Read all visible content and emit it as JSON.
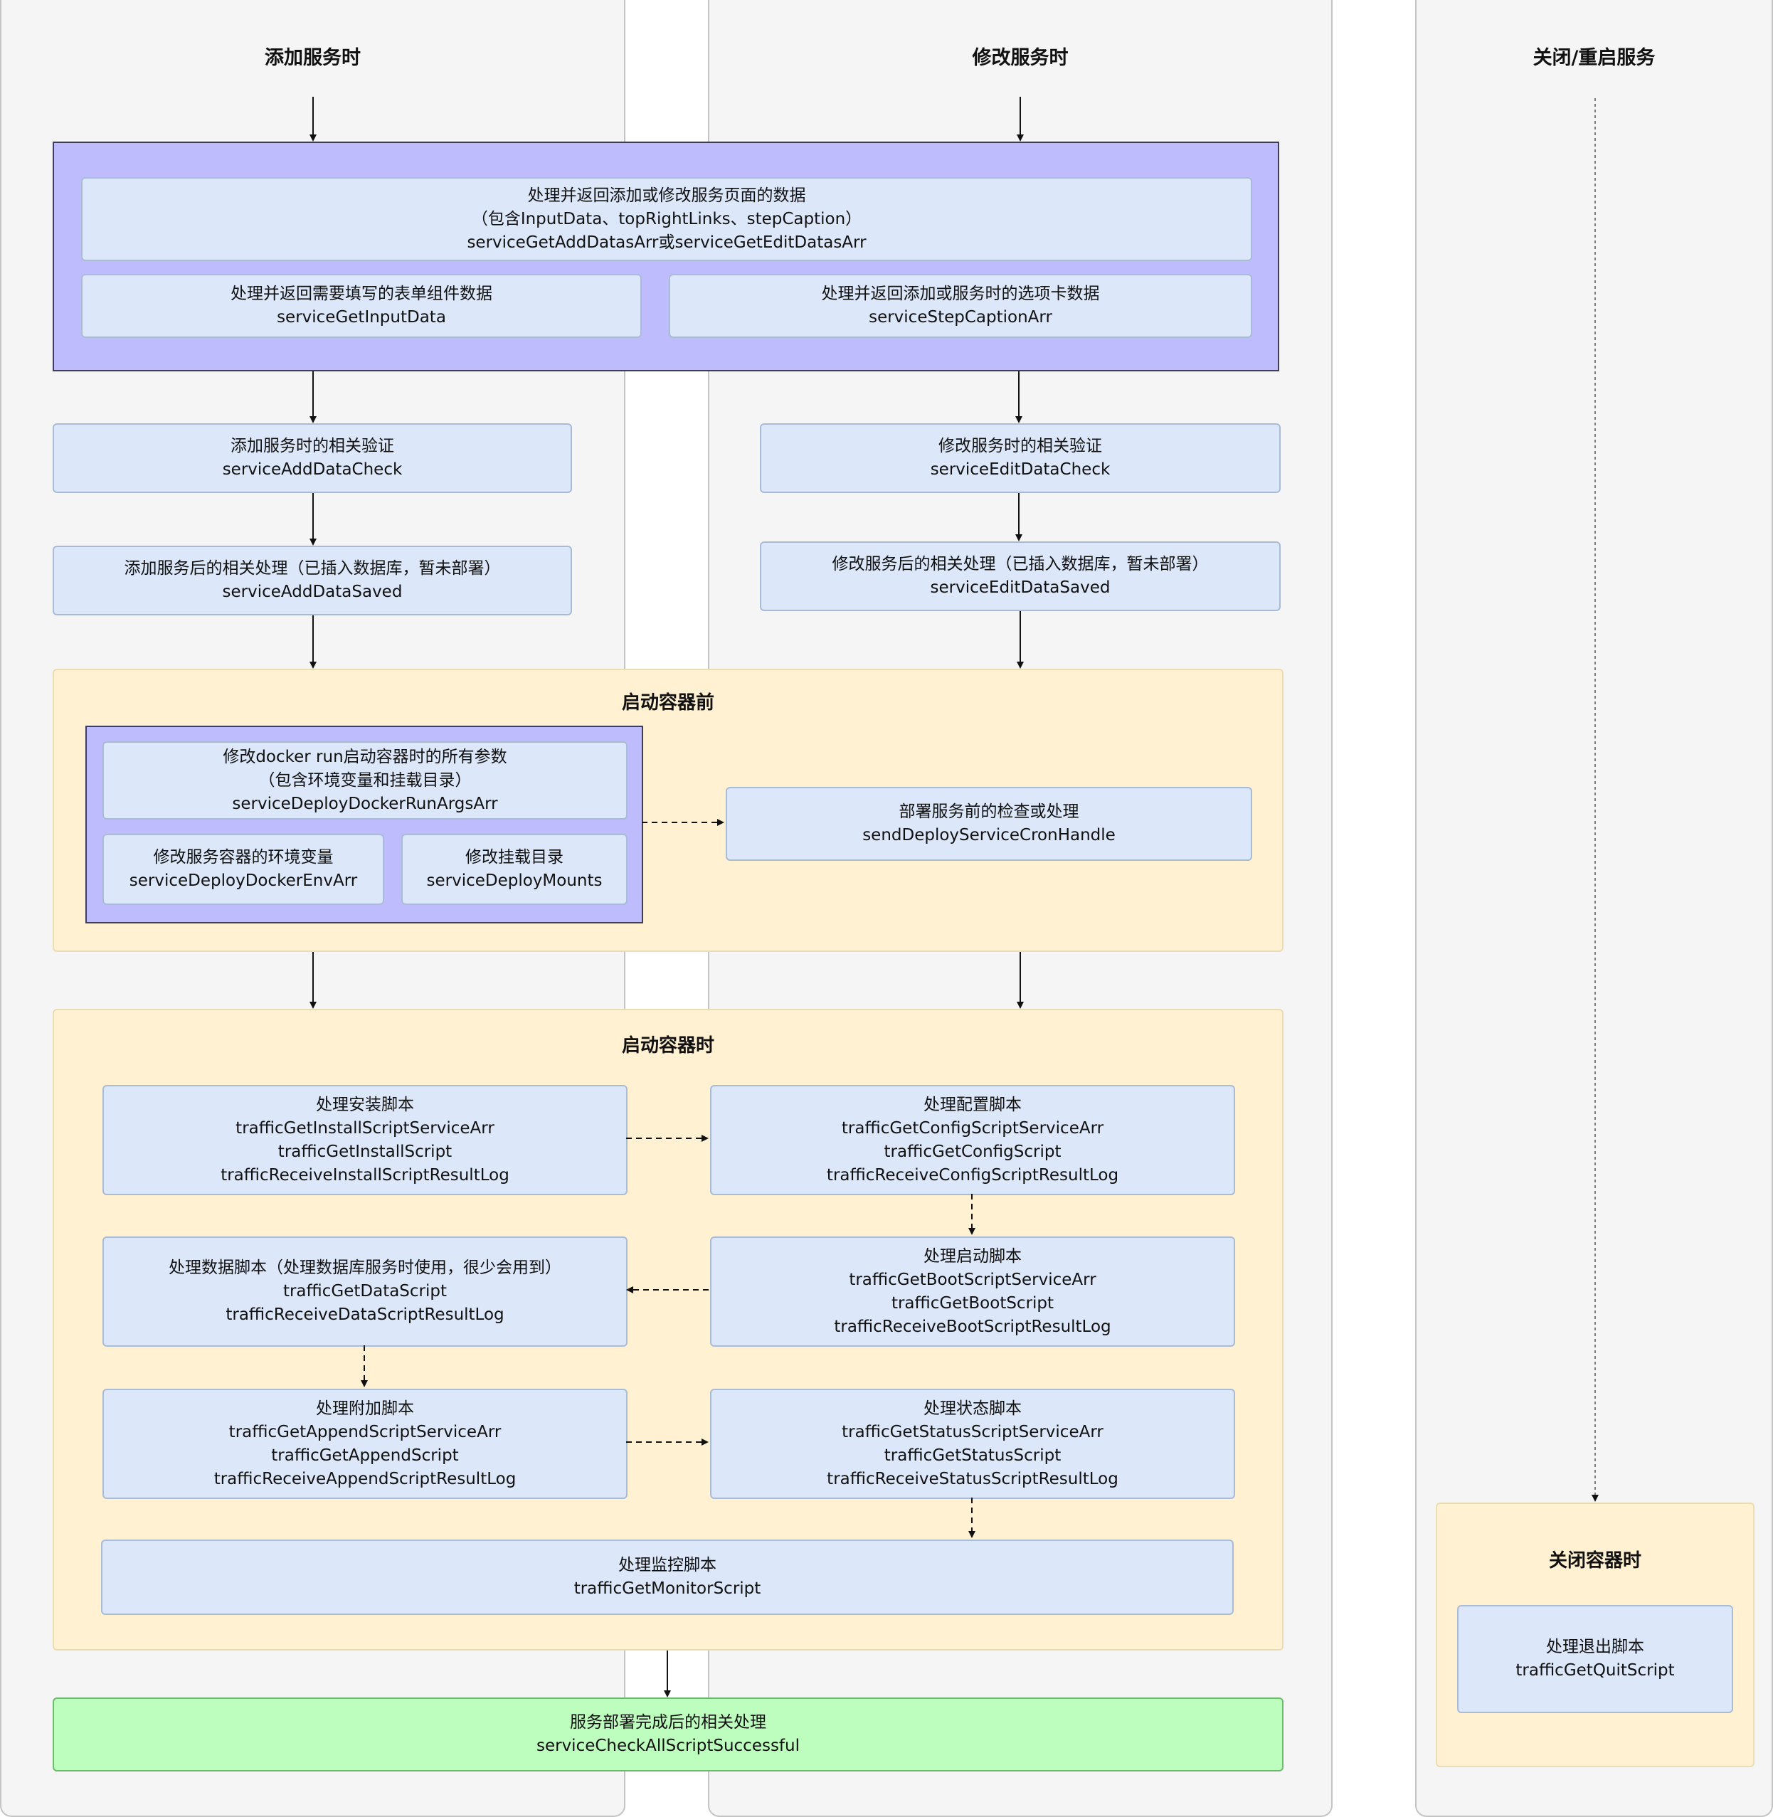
{
  "lanes": {
    "add": "添加服务时",
    "edit": "修改服务时",
    "close": "关闭/重启服务"
  },
  "page_data_box": {
    "title": "处理并返回添加或修改服务页面的数据",
    "subtitle": "（包含InputData、topRightLinks、stepCaption）",
    "fn": "serviceGetAddDatasArr或serviceGetEditDatasArr"
  },
  "input_data_box": {
    "title": "处理并返回需要填写的表单组件数据",
    "fn": "serviceGetInputData"
  },
  "step_caption_box": {
    "title": "处理并返回添加或服务时的选项卡数据",
    "fn": "serviceStepCaptionArr"
  },
  "add_check_box": {
    "title": "添加服务时的相关验证",
    "fn": "serviceAddDataCheck"
  },
  "add_saved_box": {
    "title": "添加服务后的相关处理（已插入数据库，暂未部署）",
    "fn": "serviceAddDataSaved"
  },
  "edit_check_box": {
    "title": "修改服务时的相关验证",
    "fn": "serviceEditDataCheck"
  },
  "edit_saved_box": {
    "title": "修改服务后的相关处理（已插入数据库，暂未部署）",
    "fn": "serviceEditDataSaved"
  },
  "before_start": {
    "title": "启动容器前",
    "docker_args_box": {
      "title": "修改docker run启动容器时的所有参数",
      "subtitle": "（包含环境变量和挂载目录）",
      "fn": "serviceDeployDockerRunArgsArr"
    },
    "env_box": {
      "title": "修改服务容器的环境变量",
      "fn": "serviceDeployDockerEnvArr"
    },
    "mounts_box": {
      "title": "修改挂载目录",
      "fn": "serviceDeployMounts"
    },
    "cron_box": {
      "title": "部署服务前的检查或处理",
      "fn": "sendDeployServiceCronHandle"
    }
  },
  "on_start": {
    "title": "启动容器时",
    "install_box": {
      "title": "处理安装脚本",
      "lines": [
        "trafficGetInstallScriptServiceArr",
        "trafficGetInstallScript",
        "trafficReceiveInstallScriptResultLog"
      ]
    },
    "config_box": {
      "title": "处理配置脚本",
      "lines": [
        "trafficGetConfigScriptServiceArr",
        "trafficGetConfigScript",
        "trafficReceiveConfigScriptResultLog"
      ]
    },
    "data_box": {
      "title": "处理数据脚本（处理数据库服务时使用，很少会用到）",
      "lines": [
        "trafficGetDataScript",
        "trafficReceiveDataScriptResultLog"
      ]
    },
    "boot_box": {
      "title": "处理启动脚本",
      "lines": [
        "trafficGetBootScriptServiceArr",
        "trafficGetBootScript",
        "trafficReceiveBootScriptResultLog"
      ]
    },
    "append_box": {
      "title": "处理附加脚本",
      "lines": [
        "trafficGetAppendScriptServiceArr",
        "trafficGetAppendScript",
        "trafficReceiveAppendScriptResultLog"
      ]
    },
    "status_box": {
      "title": "处理状态脚本",
      "lines": [
        "trafficGetStatusScriptServiceArr",
        "trafficGetStatusScript",
        "trafficReceiveStatusScriptResultLog"
      ]
    },
    "monitor_box": {
      "title": "处理监控脚本",
      "fn": "trafficGetMonitorScript"
    }
  },
  "done_box": {
    "title": "服务部署完成后的相关处理",
    "fn": "serviceCheckAllScriptSuccessful"
  },
  "on_close": {
    "title": "关闭容器时",
    "quit_box": {
      "title": "处理退出脚本",
      "fn": "trafficGetQuitScript"
    }
  },
  "colors": {
    "lane_bg": "#f5f5f5",
    "purple_group": "#bfbcfe",
    "yellow_group": "#fff1d2",
    "box": "#dce7f9",
    "done_box": "#bdfdbd"
  }
}
